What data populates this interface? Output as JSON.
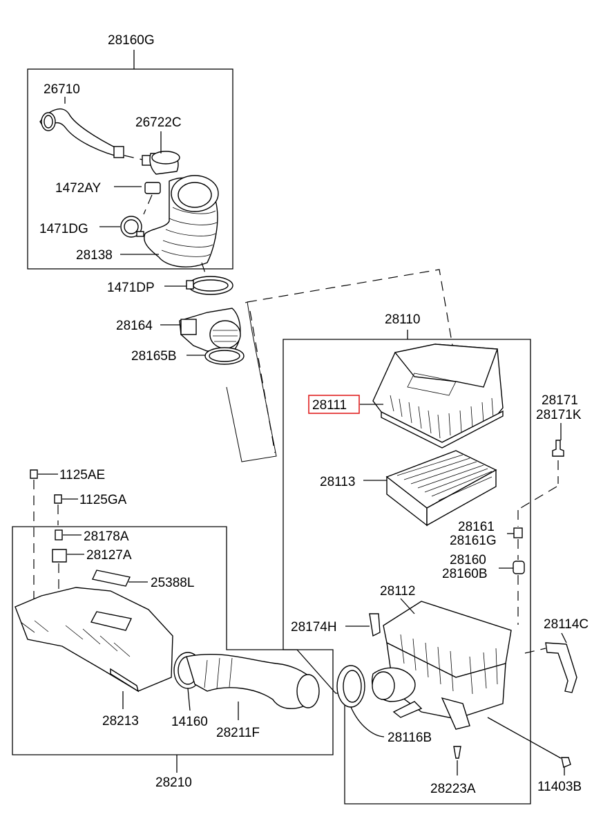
{
  "diagram": {
    "highlight_color": "#e02020",
    "parts": {
      "p28160G": "28160G",
      "p26710": "26710",
      "p26722C": "26722C",
      "p1472AY": "1472AY",
      "p1471DG": "1471DG",
      "p28138": "28138",
      "p1471DP": "1471DP",
      "p28164": "28164",
      "p28165B": "28165B",
      "p28110": "28110",
      "p28111": "28111",
      "p28171": "28171",
      "p28171K": "28171K",
      "p28113": "28113",
      "p28161": "28161",
      "p28161G": "28161G",
      "p28160": "28160",
      "p28160B": "28160B",
      "p28112": "28112",
      "p28174H": "28174H",
      "p28114C": "28114C",
      "p1125AE": "1125AE",
      "p1125GA": "1125GA",
      "p28178A": "28178A",
      "p28127A": "28127A",
      "p25388L": "25388L",
      "p28213": "28213",
      "p14160": "14160",
      "p28211F": "28211F",
      "p28210": "28210",
      "p28116B": "28116B",
      "p28223A": "28223A",
      "p11403B": "11403B"
    }
  }
}
